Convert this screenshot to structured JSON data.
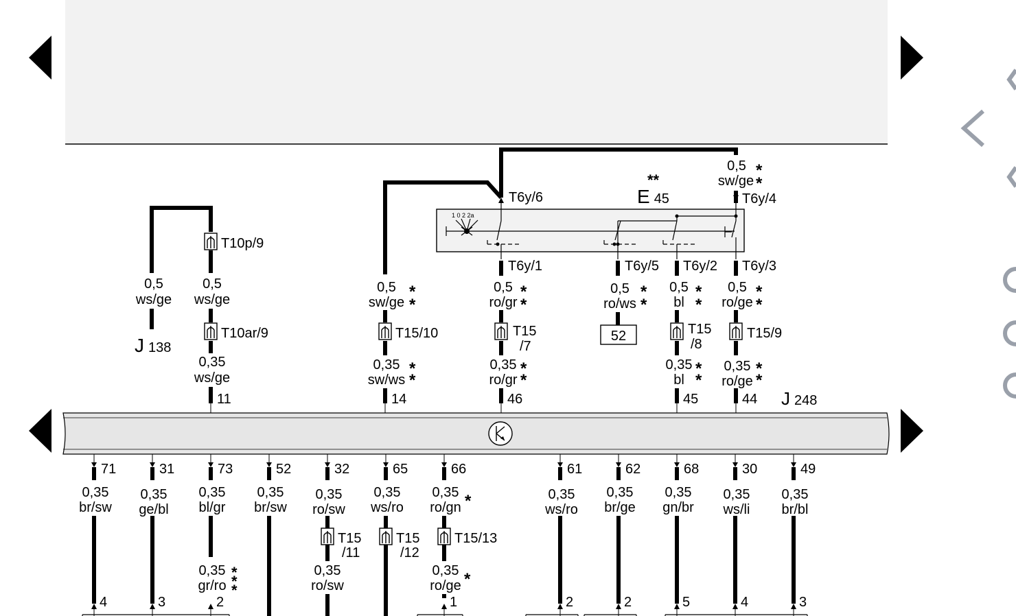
{
  "component_labels": {
    "e45_prefix": "E",
    "e45_num": "45",
    "e45_stars": "**",
    "j138_prefix": "J",
    "j138_num": "138",
    "j248_prefix": "J",
    "j248_num": "248",
    "box_52": "52"
  },
  "switch_positions": "1 0 2 2a",
  "connectors": [
    {
      "id": "t10p-9",
      "label": "T10p/9"
    },
    {
      "id": "t10ar-9",
      "label": "T10ar/9"
    },
    {
      "id": "t15-10",
      "label": "T15/10"
    },
    {
      "id": "t15-7",
      "label": "T15",
      "sub": "/7"
    },
    {
      "id": "t15-8",
      "label": "T15",
      "sub": "/8"
    },
    {
      "id": "t15-9",
      "label": "T15/9"
    },
    {
      "id": "t15-11",
      "label": "T15",
      "sub": "/11"
    },
    {
      "id": "t15-12",
      "label": "T15",
      "sub": "/12"
    },
    {
      "id": "t15-13",
      "label": "T15/13"
    }
  ],
  "pins": [
    {
      "id": "t6y-6",
      "label": "T6y/6"
    },
    {
      "id": "t6y-4",
      "label": "T6y/4"
    },
    {
      "id": "t6y-1",
      "label": "T6y/1"
    },
    {
      "id": "t6y-5",
      "label": "T6y/5"
    },
    {
      "id": "t6y-2",
      "label": "T6y/2"
    },
    {
      "id": "t6y-3",
      "label": "T6y/3"
    }
  ],
  "wires": [
    {
      "id": "w-j138",
      "size": "0,5",
      "color": "ws/ge",
      "stars": ""
    },
    {
      "id": "w-t10p",
      "size": "0,5",
      "color": "ws/ge",
      "stars": ""
    },
    {
      "id": "w-t10ar",
      "size": "0,35",
      "color": "ws/ge",
      "stars": ""
    },
    {
      "id": "w-swge-up",
      "size": "0,5",
      "color": "sw/ge",
      "stars": "*"
    },
    {
      "id": "w-swws",
      "size": "0,35",
      "color": "sw/ws",
      "stars": "*"
    },
    {
      "id": "w-rogr-up",
      "size": "0,5",
      "color": "ro/gr",
      "stars": "*"
    },
    {
      "id": "w-rogr-lo",
      "size": "0,35",
      "color": "ro/gr",
      "stars": "*"
    },
    {
      "id": "w-rows",
      "size": "0,5",
      "color": "ro/ws",
      "stars": "*"
    },
    {
      "id": "w-bl-up",
      "size": "0,5",
      "color": "bl",
      "stars": "*"
    },
    {
      "id": "w-bl-lo",
      "size": "0,35",
      "color": "bl",
      "stars": "*"
    },
    {
      "id": "w-roge-up",
      "size": "0,5",
      "color": "ro/ge",
      "stars": "*"
    },
    {
      "id": "w-roge-lo",
      "size": "0,35",
      "color": "ro/ge",
      "stars": "*"
    },
    {
      "id": "w-swge-top",
      "size": "0,5",
      "color": "sw/ge",
      "stars": "*"
    }
  ],
  "top_pins": [
    {
      "id": "p11",
      "label": "11"
    },
    {
      "id": "p14",
      "label": "14"
    },
    {
      "id": "p46",
      "label": "46"
    },
    {
      "id": "p45",
      "label": "45"
    },
    {
      "id": "p44",
      "label": "44"
    }
  ],
  "bottom_pins": [
    {
      "id": "p71",
      "label": "71",
      "size": "0,35",
      "color": "br/sw"
    },
    {
      "id": "p31",
      "label": "31",
      "size": "0,35",
      "color": "ge/bl"
    },
    {
      "id": "p73",
      "label": "73",
      "size": "0,35",
      "color": "bl/gr"
    },
    {
      "id": "p52",
      "label": "52",
      "size": "0,35",
      "color": "br/sw"
    },
    {
      "id": "p32",
      "label": "32",
      "size": "0,35",
      "color": "ro/sw"
    },
    {
      "id": "p65",
      "label": "65",
      "size": "0,35",
      "color": "ws/ro"
    },
    {
      "id": "p66",
      "label": "66",
      "size": "0,35",
      "color": "ro/gn",
      "stars": "*"
    },
    {
      "id": "p61",
      "label": "61",
      "size": "0,35",
      "color": "ws/ro"
    },
    {
      "id": "p62",
      "label": "62",
      "size": "0,35",
      "color": "br/ge"
    },
    {
      "id": "p68",
      "label": "68",
      "size": "0,35",
      "color": "gn/br"
    },
    {
      "id": "p30",
      "label": "30",
      "size": "0,35",
      "color": "ws/li"
    },
    {
      "id": "p49",
      "label": "49",
      "size": "0,35",
      "color": "br/bl"
    }
  ],
  "lower_wires": [
    {
      "id": "lw-73",
      "size": "0,35",
      "color": "gr/ro",
      "stars": "*\n*\n*"
    },
    {
      "id": "lw-32",
      "size": "0,35",
      "color": "ro/sw"
    },
    {
      "id": "lw-66",
      "size": "0,35",
      "color": "ro/ge",
      "stars": "*"
    }
  ],
  "end_pins": [
    "4",
    "3",
    "2",
    "1",
    "2",
    "2",
    "5",
    "4",
    "3"
  ],
  "colors": {
    "panel": "#f2f2f2",
    "wire": "#000000",
    "nav_gray": "#9aa0aa"
  }
}
